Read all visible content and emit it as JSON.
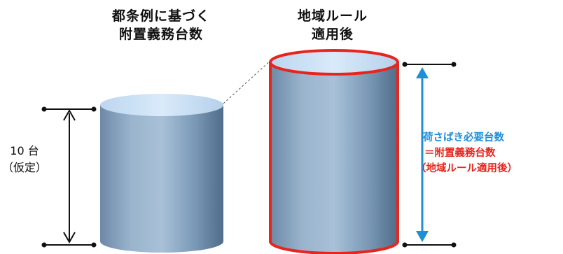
{
  "headings": {
    "left": [
      "都条例に基づく",
      "附置義務台数"
    ],
    "right": [
      "地域ルール",
      "適用後"
    ]
  },
  "left_measure": {
    "label_line1": "10 台",
    "label_line2": "（仮定）"
  },
  "right_note": {
    "line1": "荷さばき必要台数",
    "line2": "＝附置義務台数",
    "line3": "（地域ルール適用後）"
  },
  "colors": {
    "cylinder_body": "#7a9ab8",
    "cylinder_top": "#c9def2",
    "highlight_outline": "#e8241d",
    "measure_arrow_blue": "#1e8fd6",
    "note_blue": "#1e8fd6",
    "note_red": "#e8241d"
  },
  "icons": {
    "left_cylinder": "cylinder-shape",
    "right_cylinder": "cylinder-shape",
    "left_arrow": "double-arrow-vertical",
    "right_arrow": "double-arrow-vertical"
  }
}
